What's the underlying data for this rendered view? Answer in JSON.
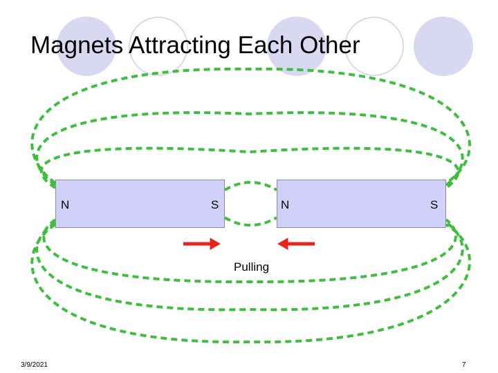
{
  "slide": {
    "title": "Magnets Attracting Each Other",
    "date": "3/9/2021",
    "page_number": "7"
  },
  "magnets": [
    {
      "left_pole": "N",
      "right_pole": "S"
    },
    {
      "left_pole": "N",
      "right_pole": "S"
    }
  ],
  "annotation": {
    "label": "Pulling"
  },
  "colors": {
    "title_circles": "#d8d8f0",
    "magnet_fill": "#d0d0f8",
    "field_lines": "#3cbf3c",
    "arrows": "#e8231c"
  }
}
